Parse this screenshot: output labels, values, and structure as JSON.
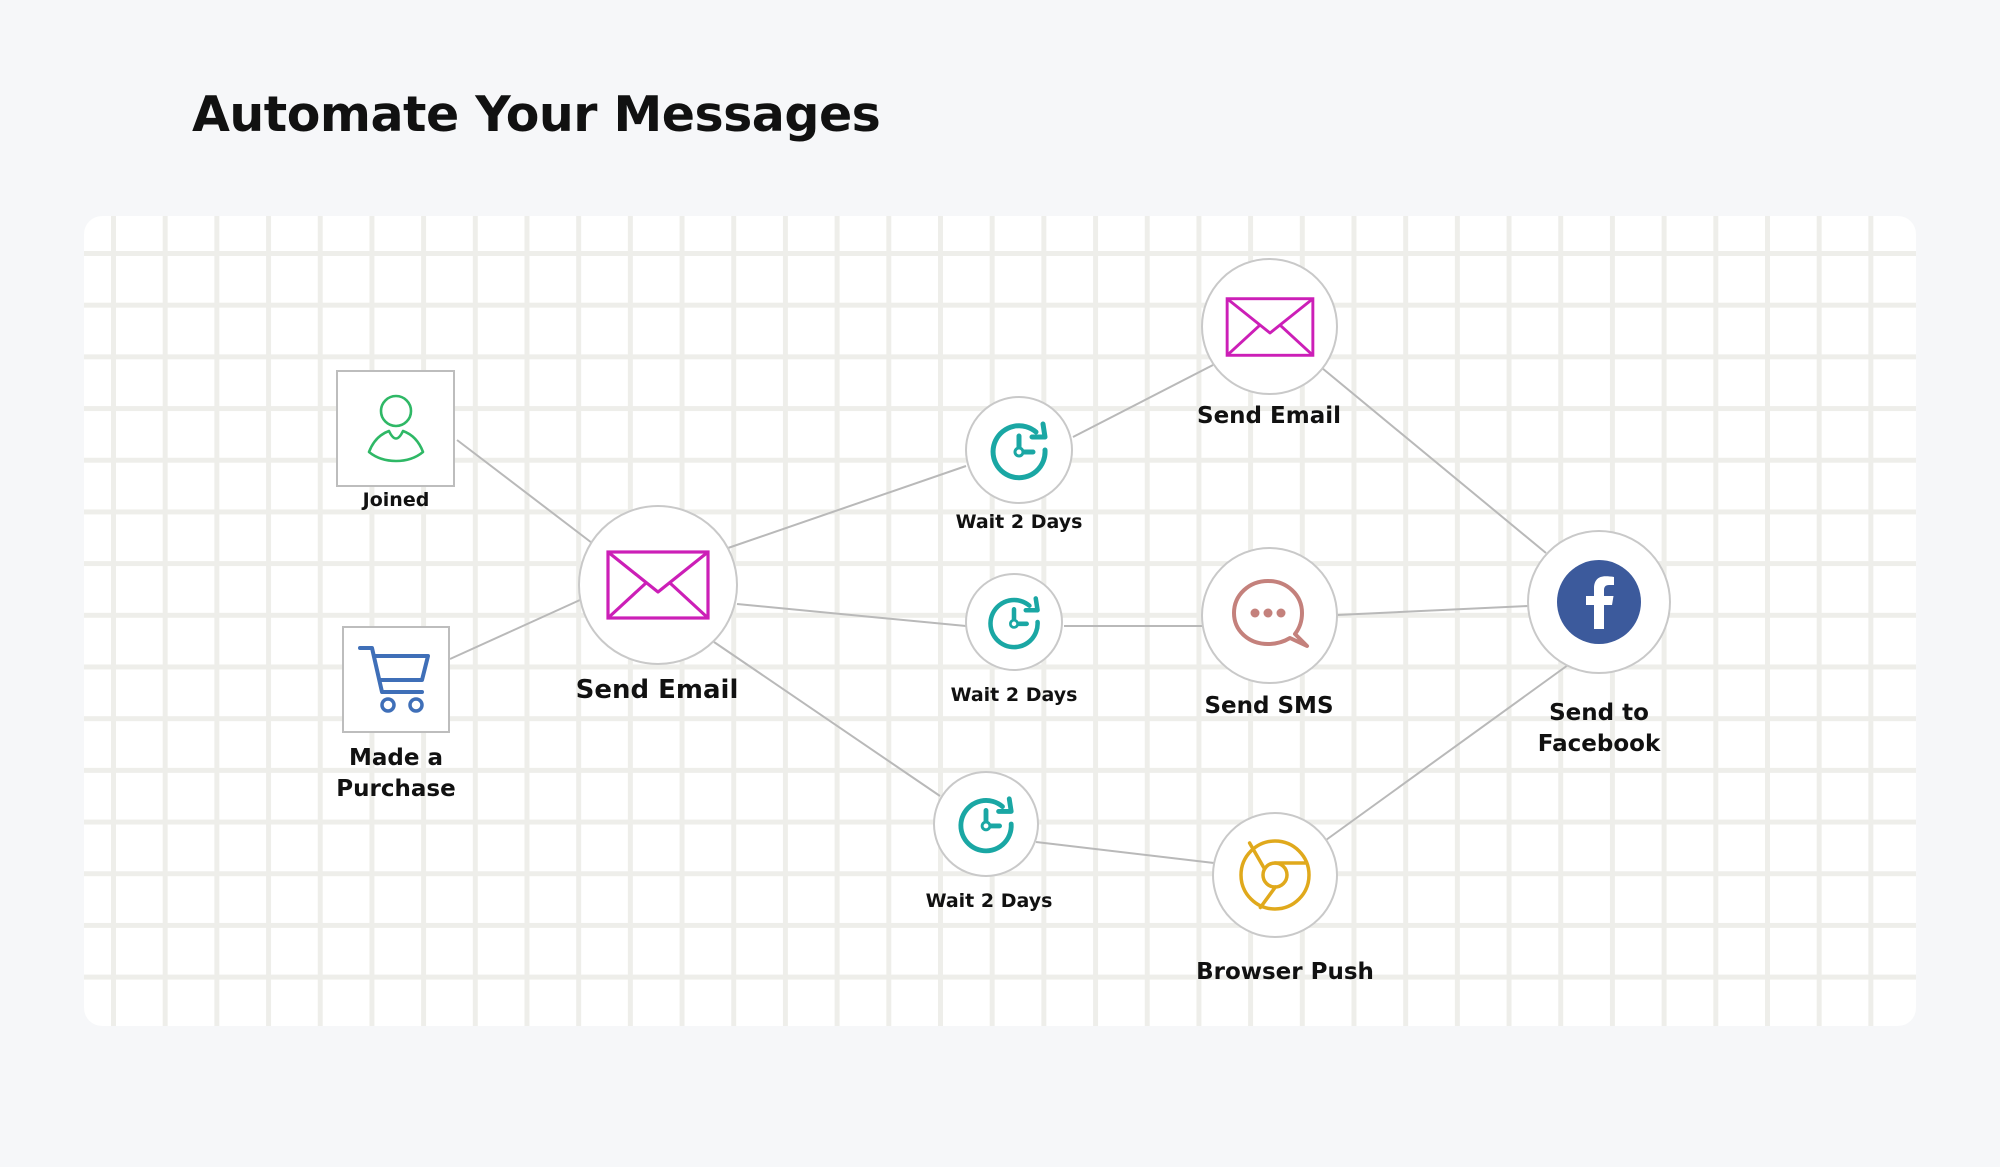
{
  "title": "Automate Your Messages",
  "colors": {
    "email_icon": "#cc1fb7",
    "clock_icon": "#1aa7a4",
    "joined_icon": "#2fb866",
    "cart_icon": "#3f6fb8",
    "sms_icon": "#c4817c",
    "browser_icon": "#e0a91c",
    "facebook_bg": "#3c5a9c",
    "connector": "#b9b9b9"
  },
  "nodes": {
    "joined": {
      "label": "Joined",
      "icon": "user-icon"
    },
    "purchase": {
      "label_line1": "Made a",
      "label_line2": "Purchase",
      "icon": "shopping-cart-icon"
    },
    "send_email_main": {
      "label": "Send Email",
      "icon": "envelope-icon"
    },
    "wait_top": {
      "label": "Wait 2 Days",
      "icon": "clock-icon"
    },
    "wait_mid": {
      "label": "Wait 2 Days",
      "icon": "clock-icon"
    },
    "wait_bottom": {
      "label": "Wait 2 Days",
      "icon": "clock-icon"
    },
    "send_email_top": {
      "label": "Send Email",
      "icon": "envelope-icon"
    },
    "send_sms": {
      "label": "Send SMS",
      "icon": "chat-bubble-icon"
    },
    "browser_push": {
      "label": "Browser Push",
      "icon": "browser-icon"
    },
    "facebook": {
      "label_line1": "Send to",
      "label_line2": "Facebook",
      "icon": "facebook-icon"
    }
  }
}
